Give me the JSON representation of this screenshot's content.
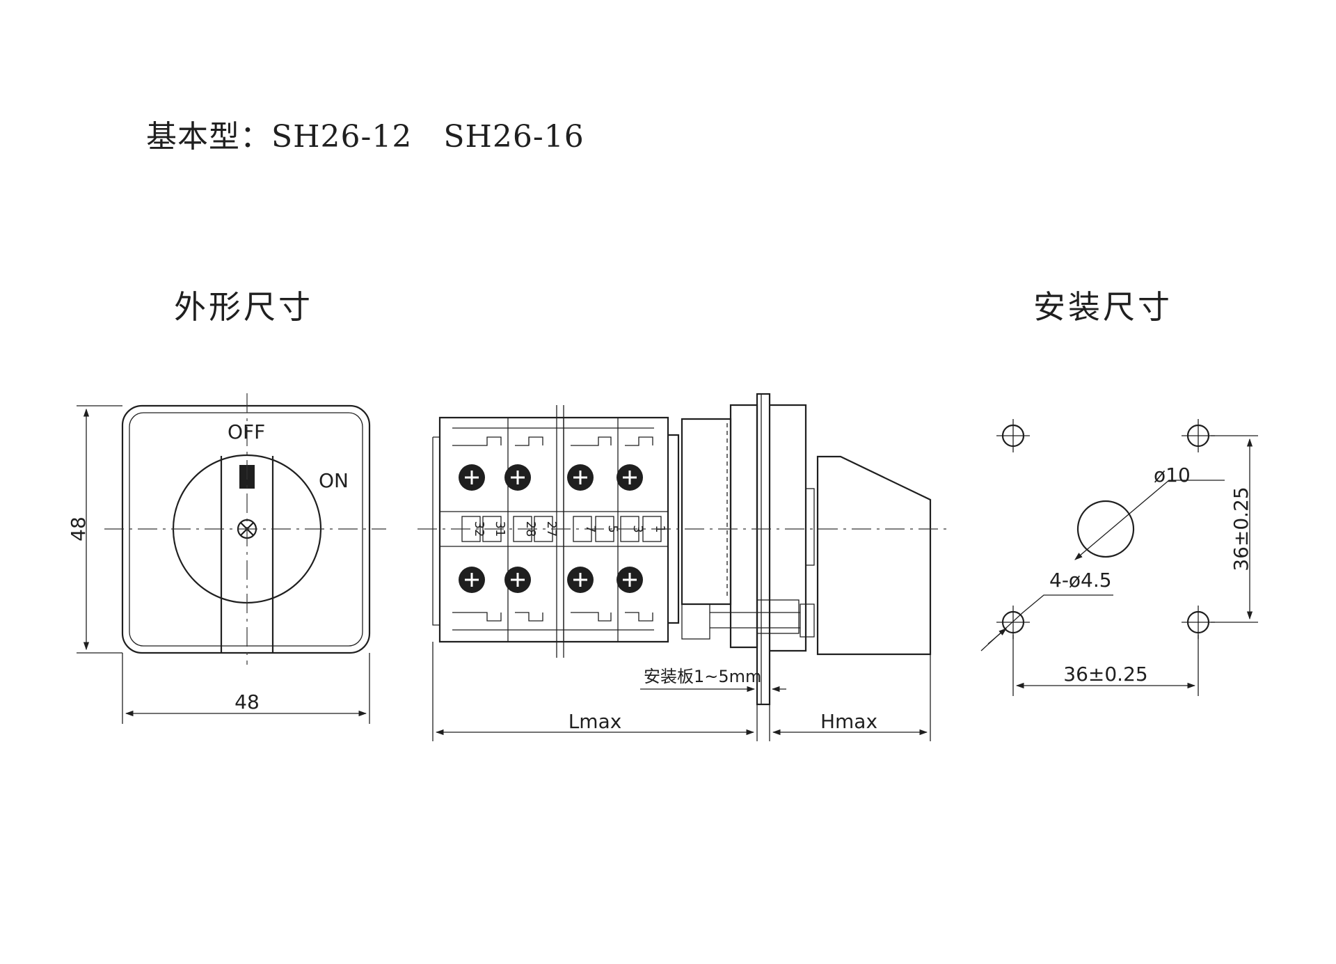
{
  "header": {
    "title_prefix": "基本型：",
    "model_a": "SH26-12",
    "model_b": "SH26-16"
  },
  "sections": {
    "outline": "外形尺寸",
    "mounting": "安装尺寸"
  },
  "front_view": {
    "off_label": "OFF",
    "on_label": "ON",
    "height_dim": "48",
    "width_dim": "48"
  },
  "side_view": {
    "terminal_pairs": [
      {
        "top": "31",
        "bottom": "32"
      },
      {
        "top": "27",
        "bottom": "28"
      },
      {
        "top": "5",
        "bottom": "7"
      },
      {
        "top": "1",
        "bottom": "3"
      }
    ],
    "panel_note": "安装板1~5mm",
    "length_dim": "Lmax",
    "height_dim": "Hmax"
  },
  "mounting_view": {
    "center_hole": "ø10",
    "corner_holes": "4-ø4.5",
    "vertical_dim": "36±0.25",
    "horizontal_dim": "36±0.25"
  }
}
